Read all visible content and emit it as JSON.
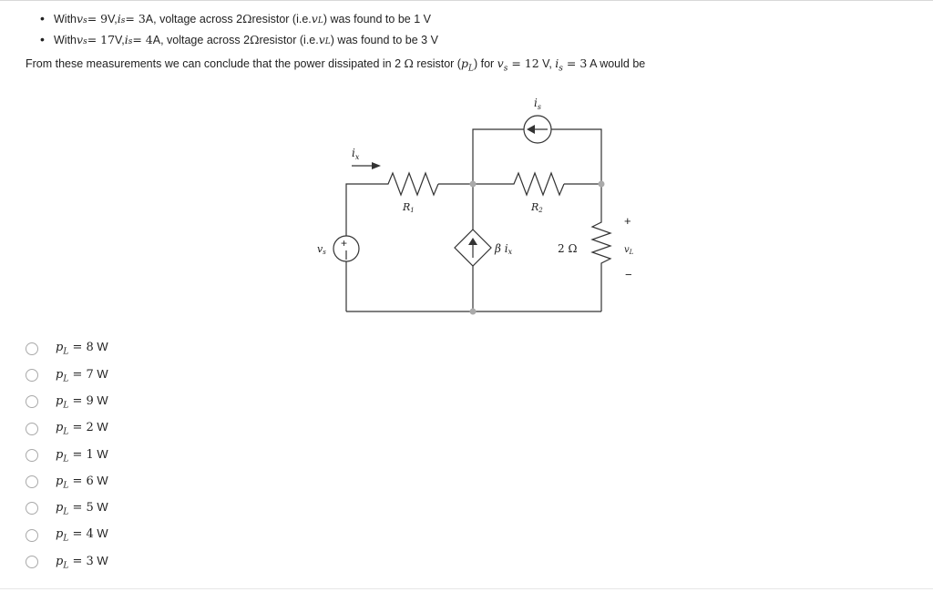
{
  "bullets": [
    {
      "pre": "With ",
      "math1": "v",
      "math1_sub": "s",
      "math1_eq": " = 9",
      "mid1": " V, ",
      "math2": "i",
      "math2_sub": "s",
      "math2_eq": " = 3",
      "mid2": " A, voltage across 2 ",
      "ohm": "Ω",
      "mid3": " resistor (i.e. ",
      "math3": "v",
      "math3_sub": "L",
      "post": ") was found to be 1 V"
    },
    {
      "pre": "With ",
      "math1": "v",
      "math1_sub": "s",
      "math1_eq": " = 17",
      "mid1": " V, ",
      "math2": "i",
      "math2_sub": "s",
      "math2_eq": " = 4",
      "mid2": " A, voltage across 2 ",
      "ohm": "Ω",
      "mid3": " resistor (i.e. ",
      "math3": "v",
      "math3_sub": "L",
      "post": ") was found to be 3 V"
    }
  ],
  "question": {
    "pre": "From these measurements we can conclude that the power dissipated in 2 ",
    "ohm": "Ω",
    "mid1": " resistor (",
    "pl": "p",
    "pl_sub": "L",
    "mid2": ") for ",
    "vs": "v",
    "vs_sub": "s",
    "vs_eq": " = 12",
    "mid3": " V, ",
    "is": "i",
    "is_sub": "s",
    "is_eq": " = 3",
    "post": " A would be"
  },
  "circuit": {
    "is_label": "i",
    "is_sub": "s",
    "ix_label": "i",
    "ix_sub": "x",
    "r1_label": "R",
    "r1_sub": "1",
    "r2_label": "R",
    "r2_sub": "2",
    "vs_label": "v",
    "vs_sub": "s",
    "vs_plus": "+",
    "dep_source_label": "β i",
    "dep_source_sub": "x",
    "rl_label": "2 Ω",
    "vl_plus": "+",
    "vl_label": "v",
    "vl_sub": "L",
    "vl_minus": "−"
  },
  "options": [
    {
      "var": "p",
      "sub": "L",
      "eq": " = 8",
      "unit": " W"
    },
    {
      "var": "p",
      "sub": "L",
      "eq": " = 7",
      "unit": " W"
    },
    {
      "var": "p",
      "sub": "L",
      "eq": " = 9",
      "unit": " W"
    },
    {
      "var": "p",
      "sub": "L",
      "eq": " = 2",
      "unit": " W"
    },
    {
      "var": "p",
      "sub": "L",
      "eq": " = 1",
      "unit": " W"
    },
    {
      "var": "p",
      "sub": "L",
      "eq": " = 6",
      "unit": " W"
    },
    {
      "var": "p",
      "sub": "L",
      "eq": " = 5",
      "unit": " W"
    },
    {
      "var": "p",
      "sub": "L",
      "eq": " = 4",
      "unit": " W"
    },
    {
      "var": "p",
      "sub": "L",
      "eq": " = 3",
      "unit": " W"
    }
  ]
}
